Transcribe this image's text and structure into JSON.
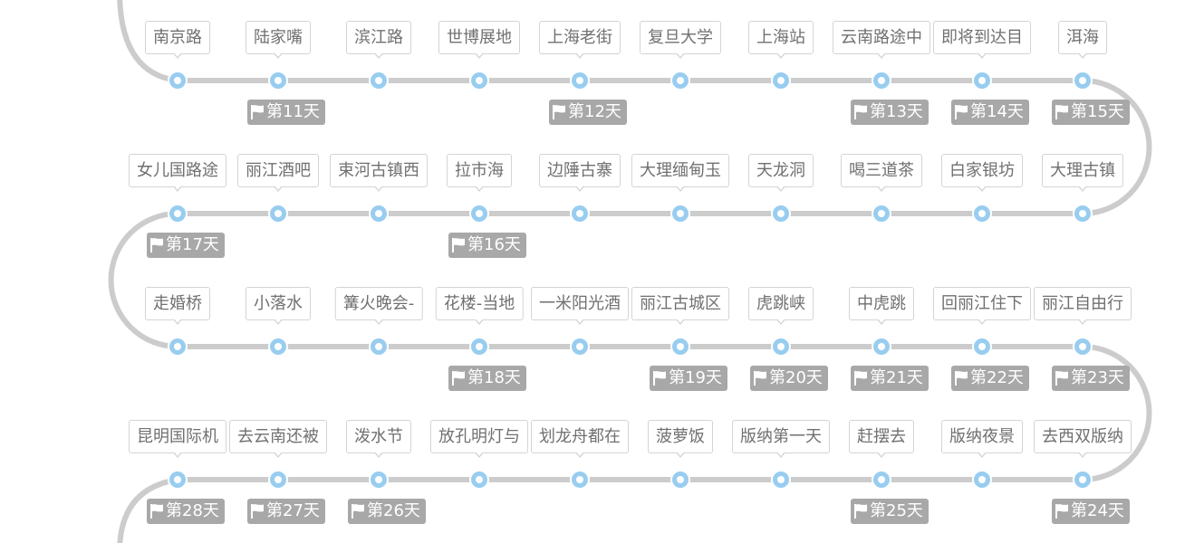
{
  "colors": {
    "track": "#cccccc",
    "node": "#98cdf0",
    "badge": "#a8a8a8",
    "label_text": "#707070",
    "label_border": "#d4d4d4"
  },
  "timeline": {
    "flag_icon": "flag-icon",
    "rows": [
      {
        "stops": [
          {
            "label": "南京路",
            "day": ""
          },
          {
            "label": "陆家嘴",
            "day": "第11天"
          },
          {
            "label": "滨江路",
            "day": ""
          },
          {
            "label": "世博展地",
            "day": ""
          },
          {
            "label": "上海老街",
            "day": "第12天"
          },
          {
            "label": "复旦大学",
            "day": ""
          },
          {
            "label": "上海站",
            "day": ""
          },
          {
            "label": "云南路途中",
            "day": "第13天"
          },
          {
            "label": "即将到达目",
            "day": "第14天"
          },
          {
            "label": "洱海",
            "day": "第15天"
          }
        ]
      },
      {
        "stops": [
          {
            "label": "女儿国路途",
            "day": "第17天"
          },
          {
            "label": "丽江酒吧",
            "day": ""
          },
          {
            "label": "束河古镇西",
            "day": ""
          },
          {
            "label": "拉市海",
            "day": "第16天"
          },
          {
            "label": "边陲古寨",
            "day": ""
          },
          {
            "label": "大理缅甸玉",
            "day": ""
          },
          {
            "label": "天龙洞",
            "day": ""
          },
          {
            "label": "喝三道茶",
            "day": ""
          },
          {
            "label": "白家银坊",
            "day": ""
          },
          {
            "label": "大理古镇",
            "day": ""
          }
        ]
      },
      {
        "stops": [
          {
            "label": "走婚桥",
            "day": ""
          },
          {
            "label": "小落水",
            "day": ""
          },
          {
            "label": "篝火晚会-",
            "day": ""
          },
          {
            "label": "花楼-当地",
            "day": "第18天"
          },
          {
            "label": "一米阳光酒",
            "day": ""
          },
          {
            "label": "丽江古城区",
            "day": "第19天"
          },
          {
            "label": "虎跳峡",
            "day": "第20天"
          },
          {
            "label": "中虎跳",
            "day": "第21天"
          },
          {
            "label": "回丽江住下",
            "day": "第22天"
          },
          {
            "label": "丽江自由行",
            "day": "第23天"
          }
        ]
      },
      {
        "stops": [
          {
            "label": "昆明国际机",
            "day": "第28天"
          },
          {
            "label": "去云南还被",
            "day": "第27天"
          },
          {
            "label": "泼水节",
            "day": "第26天"
          },
          {
            "label": "放孔明灯与",
            "day": ""
          },
          {
            "label": "划龙舟都在",
            "day": ""
          },
          {
            "label": "菠萝饭",
            "day": ""
          },
          {
            "label": "版纳第一天",
            "day": ""
          },
          {
            "label": "赶摆去",
            "day": "第25天"
          },
          {
            "label": "版纳夜景",
            "day": ""
          },
          {
            "label": "去西双版纳",
            "day": "第24天"
          }
        ]
      }
    ]
  }
}
